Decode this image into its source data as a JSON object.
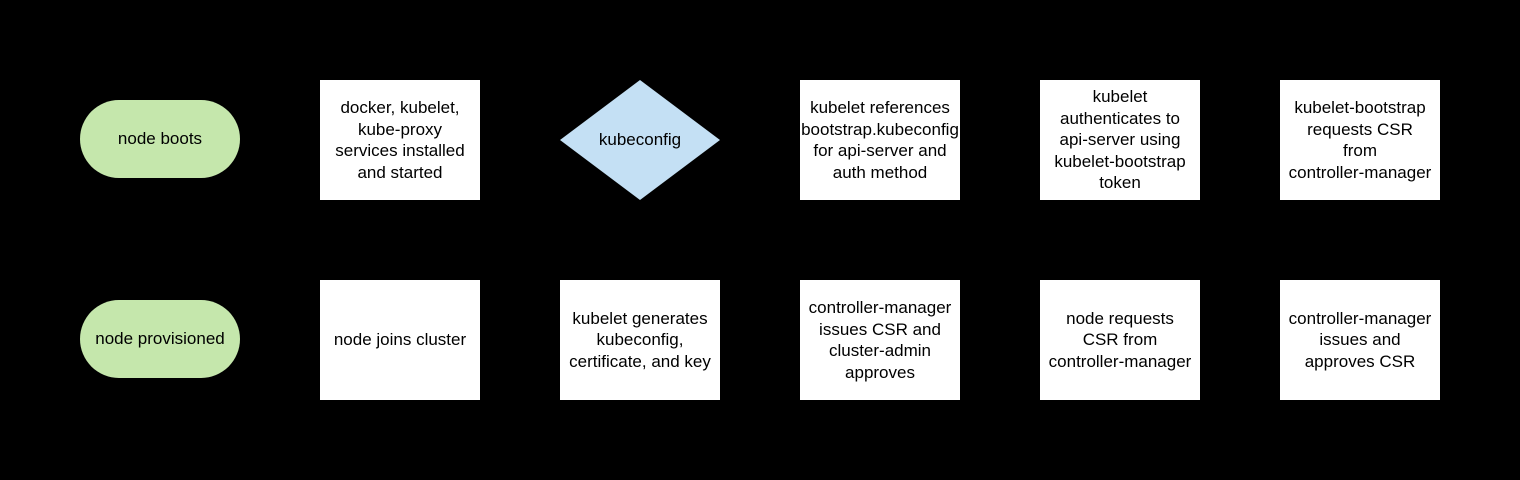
{
  "diagram": {
    "type": "flowchart",
    "colors": {
      "background": "#000000",
      "terminator_fill": "#c5e7ac",
      "decision_fill": "#c4e0f4",
      "process_fill": "#ffffff",
      "text": "#000000"
    },
    "nodes": [
      {
        "id": "node-boots",
        "shape": "terminator",
        "label": "node boots"
      },
      {
        "id": "services-installed",
        "shape": "process",
        "label": "docker, kubelet,\nkube-proxy\nservices installed\nand started"
      },
      {
        "id": "kubeconfig-decision",
        "shape": "decision",
        "label": "kubeconfig"
      },
      {
        "id": "kubelet-references-bootstrap",
        "shape": "process",
        "label": "kubelet references\nbootstrap.kubeconfig\nfor api-server and\nauth method"
      },
      {
        "id": "kubelet-authenticates",
        "shape": "process",
        "label": "kubelet\nauthenticates to\napi-server using\nkubelet-bootstrap\ntoken"
      },
      {
        "id": "kubelet-bootstrap-requests-csr",
        "shape": "process",
        "label": "kubelet-bootstrap\nrequests CSR\nfrom\ncontroller-manager"
      },
      {
        "id": "node-provisioned",
        "shape": "terminator",
        "label": "node provisioned"
      },
      {
        "id": "node-joins-cluster",
        "shape": "process",
        "label": "node joins cluster"
      },
      {
        "id": "kubelet-generates-kubeconfig",
        "shape": "process",
        "label": "kubelet generates\nkubeconfig,\ncertificate, and key"
      },
      {
        "id": "cm-issues-csr-admin-approves",
        "shape": "process",
        "label": "controller-manager\nissues CSR and\ncluster-admin\napproves"
      },
      {
        "id": "node-requests-csr",
        "shape": "process",
        "label": "node requests\nCSR from\ncontroller-manager"
      },
      {
        "id": "cm-issues-and-approves-csr",
        "shape": "process",
        "label": "controller-manager\nissues and\napproves CSR"
      }
    ]
  }
}
